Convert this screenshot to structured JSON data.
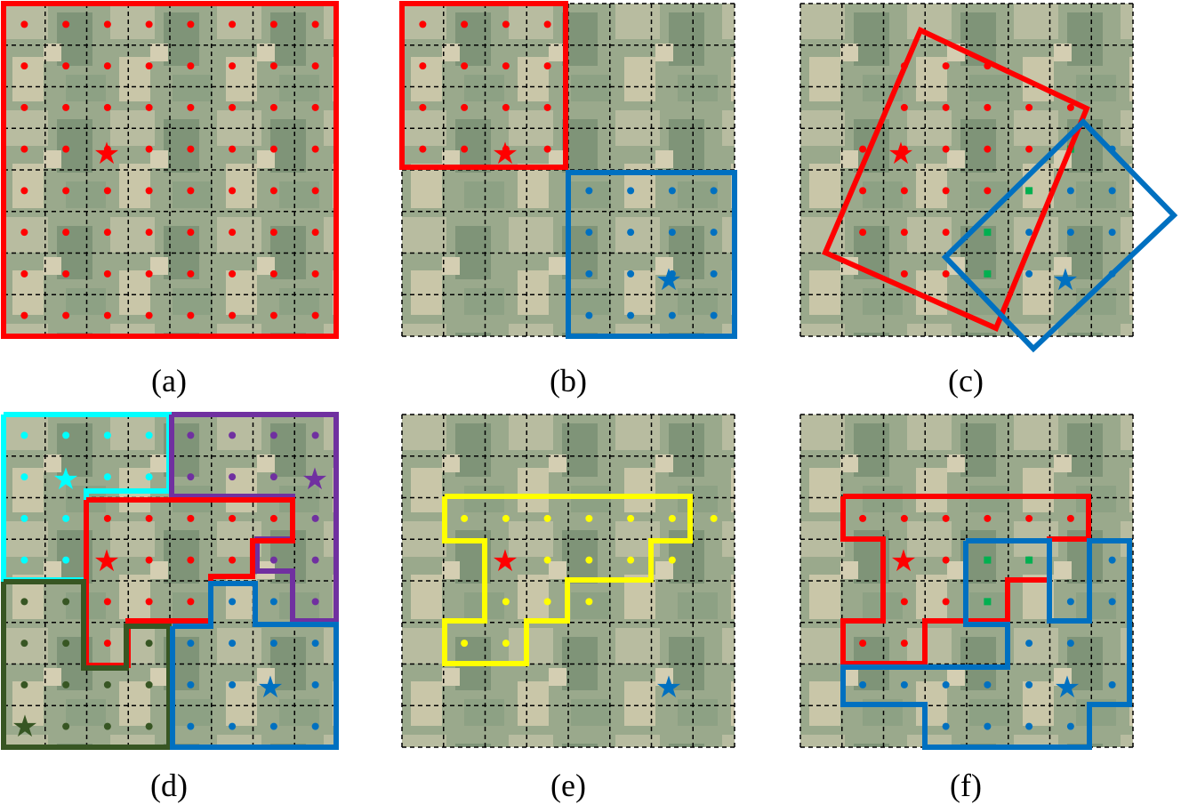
{
  "panels": [
    {
      "id": "a",
      "caption": "(a)",
      "regions": [
        {
          "color": "#ff0000",
          "cells": "0-7 x 0-7"
        }
      ]
    },
    {
      "id": "b",
      "caption": "(b)",
      "regions": [
        {
          "color": "#ff0000",
          "cells": "rows 0-3, cols 0-3"
        },
        {
          "color": "#0070c0",
          "cells": "rows 4-7, cols 4-7"
        }
      ]
    },
    {
      "id": "c",
      "caption": "(c)",
      "regions": [
        {
          "color": "#ff0000",
          "shape": "rotated square"
        },
        {
          "color": "#0070c0",
          "shape": "rotated square"
        },
        {
          "color": "#00b050",
          "shape": "overlap markers"
        }
      ]
    },
    {
      "id": "d",
      "caption": "(d)",
      "regions": [
        {
          "color": "#00ffff"
        },
        {
          "color": "#7030a0"
        },
        {
          "color": "#ff0000"
        },
        {
          "color": "#375623"
        },
        {
          "color": "#0070c0"
        }
      ]
    },
    {
      "id": "e",
      "caption": "(e)",
      "regions": [
        {
          "color": "#ffff00"
        },
        {
          "color": "#ff0000",
          "marker": "star"
        },
        {
          "color": "#0070c0",
          "marker": "star"
        }
      ]
    },
    {
      "id": "f",
      "caption": "(f)",
      "regions": [
        {
          "color": "#ff0000"
        },
        {
          "color": "#0070c0"
        },
        {
          "color": "#00b050",
          "shape": "overlap markers"
        }
      ]
    }
  ],
  "colors": {
    "red": "#ff0000",
    "blue": "#0070c0",
    "cyan": "#00ffff",
    "purple": "#7030a0",
    "darkgreen": "#375623",
    "yellow": "#ffff00",
    "green": "#00b050",
    "grid": "#000000"
  }
}
